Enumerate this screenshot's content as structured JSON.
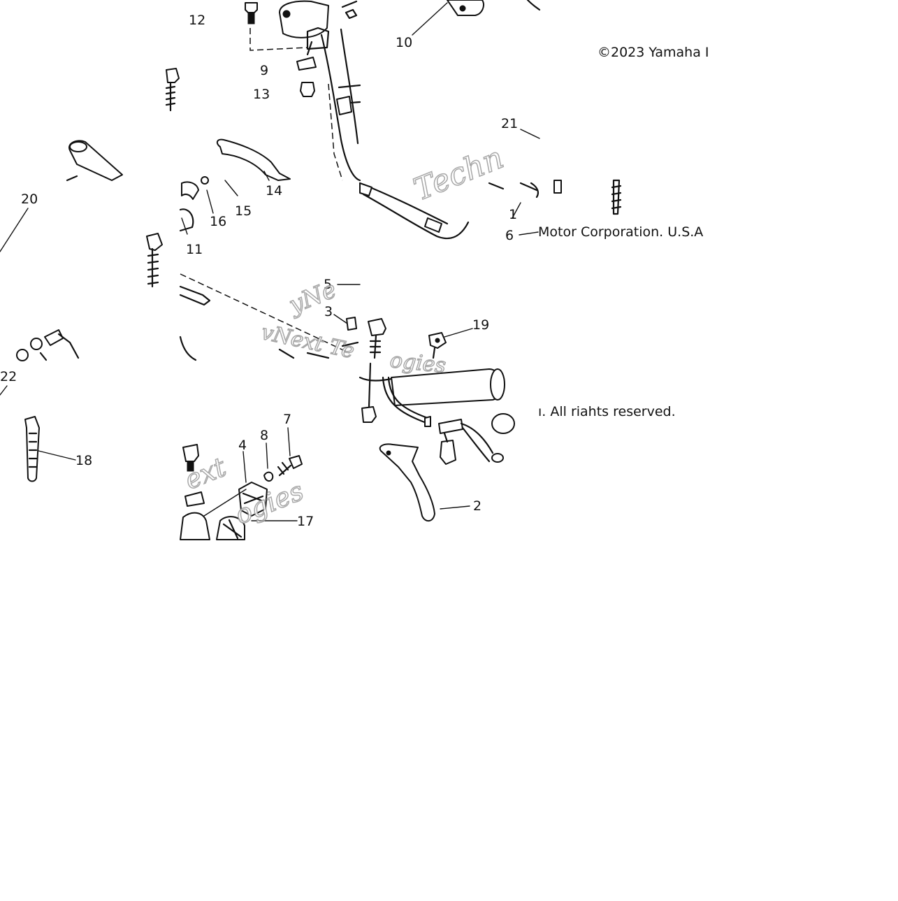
{
  "copyright": {
    "line1": "©2023 Yamaha I",
    "line2": "Motor Corporation. U.S.A",
    "line3": "ı. All riahts reserved."
  },
  "watermark": {
    "w1": "Techn",
    "w2": "vNext Te",
    "w3": "yNe",
    "w4": "ogies",
    "w5": "ext",
    "w6": "ogies"
  },
  "callouts": {
    "c1": "1",
    "c2": "2",
    "c3": "3",
    "c4": "4",
    "c5": "5",
    "c6": "6",
    "c7": "7",
    "c8": "8",
    "c9": "9",
    "c10": "10",
    "c11": "11",
    "c12": "12",
    "c13": "13",
    "c14": "14",
    "c15": "15",
    "c16": "16",
    "c17": "17",
    "c18": "18",
    "c19": "19",
    "c20": "20",
    "c21": "21",
    "c22": "22"
  }
}
